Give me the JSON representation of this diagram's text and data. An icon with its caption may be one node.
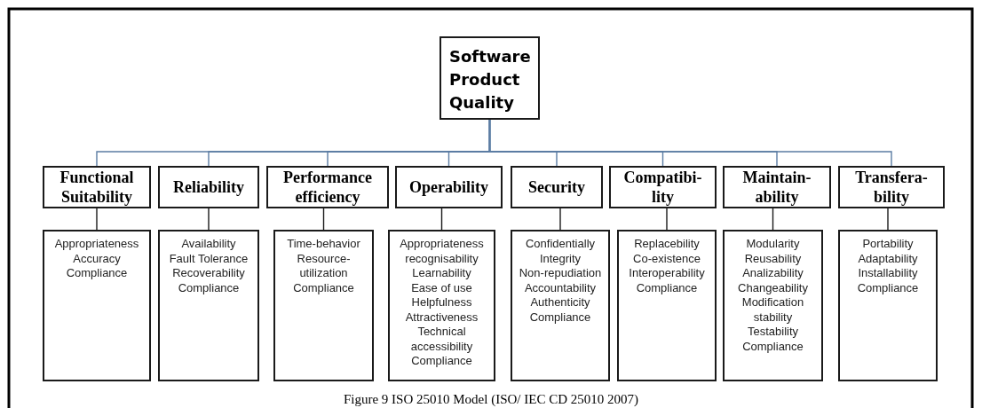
{
  "diagram": {
    "caption": "Figure 9 ISO 25010 Model (ISO/ IEC CD 25010 2007)",
    "nodes": [
      {
        "text": [
          "Software Product Quality"
        ]
      },
      {
        "text": [
          "Functional Suitability"
        ]
      },
      {
        "text": [
          "Reliability"
        ]
      },
      {
        "text": [
          "Performance efficiency"
        ]
      },
      {
        "text": [
          "Operability"
        ]
      },
      {
        "text": [
          "Security"
        ]
      },
      {
        "text": [
          "Compatibi-lity"
        ]
      },
      {
        "text": [
          "Maintain-ability"
        ]
      },
      {
        "text": [
          "Transfera-bility"
        ]
      },
      {
        "text": [
          "Appropriateness",
          "Accuracy",
          "Compliance"
        ]
      },
      {
        "text": [
          "Availability",
          "Fault Tolerance",
          "Recoverability",
          "Compliance"
        ]
      },
      {
        "text": [
          "Time-behavior",
          "Resource-utilization",
          "Compliance"
        ]
      },
      {
        "text": [
          "Appropriateness recognisability",
          "Learnability",
          "Ease of use",
          "Helpfulness",
          "Attractiveness",
          "Technical accessibility",
          "Compliance"
        ]
      },
      {
        "text": [
          "Confidentially",
          "Integrity",
          "Non-repudiation",
          "Accountability",
          "Authenticity",
          "Compliance"
        ]
      },
      {
        "text": [
          "Replacebility",
          "Co-existence",
          "Interoperability",
          "Compliance"
        ]
      },
      {
        "text": [
          "Modularity",
          "Reusability",
          "Analizability",
          "Changeability",
          "Modification stability",
          "Testability",
          "Compliance"
        ]
      },
      {
        "text": [
          "Portability",
          "Adaptability",
          "Installability",
          "Compliance"
        ]
      }
    ],
    "edges": [
      {
        "from": 0,
        "to": 1,
        "arrow": "none",
        "color": "#5b7ca3"
      },
      {
        "from": 0,
        "to": 2,
        "arrow": "none",
        "color": "#5b7ca3"
      },
      {
        "from": 0,
        "to": 3,
        "arrow": "none",
        "color": "#5b7ca3"
      },
      {
        "from": 0,
        "to": 4,
        "arrow": "none",
        "color": "#5b7ca3"
      },
      {
        "from": 0,
        "to": 5,
        "arrow": "none",
        "color": "#5b7ca3"
      },
      {
        "from": 0,
        "to": 6,
        "arrow": "none",
        "color": "#5b7ca3"
      },
      {
        "from": 0,
        "to": 7,
        "arrow": "none",
        "color": "#5b7ca3"
      },
      {
        "from": 0,
        "to": 8,
        "arrow": "none",
        "color": "#5b7ca3"
      },
      {
        "from": 1,
        "to": 9,
        "arrow": "none",
        "color": "#1a1a1a"
      },
      {
        "from": 2,
        "to": 10,
        "arrow": "none",
        "color": "#1a1a1a"
      },
      {
        "from": 3,
        "to": 11,
        "arrow": "none",
        "color": "#1a1a1a"
      },
      {
        "from": 4,
        "to": 12,
        "arrow": "none",
        "color": "#1a1a1a"
      },
      {
        "from": 5,
        "to": 13,
        "arrow": "none",
        "color": "#1a1a1a"
      },
      {
        "from": 6,
        "to": 14,
        "arrow": "none",
        "color": "#1a1a1a"
      },
      {
        "from": 7,
        "to": 15,
        "arrow": "none",
        "color": "#1a1a1a"
      },
      {
        "from": 8,
        "to": 16,
        "arrow": "none",
        "color": "#1a1a1a"
      }
    ]
  }
}
